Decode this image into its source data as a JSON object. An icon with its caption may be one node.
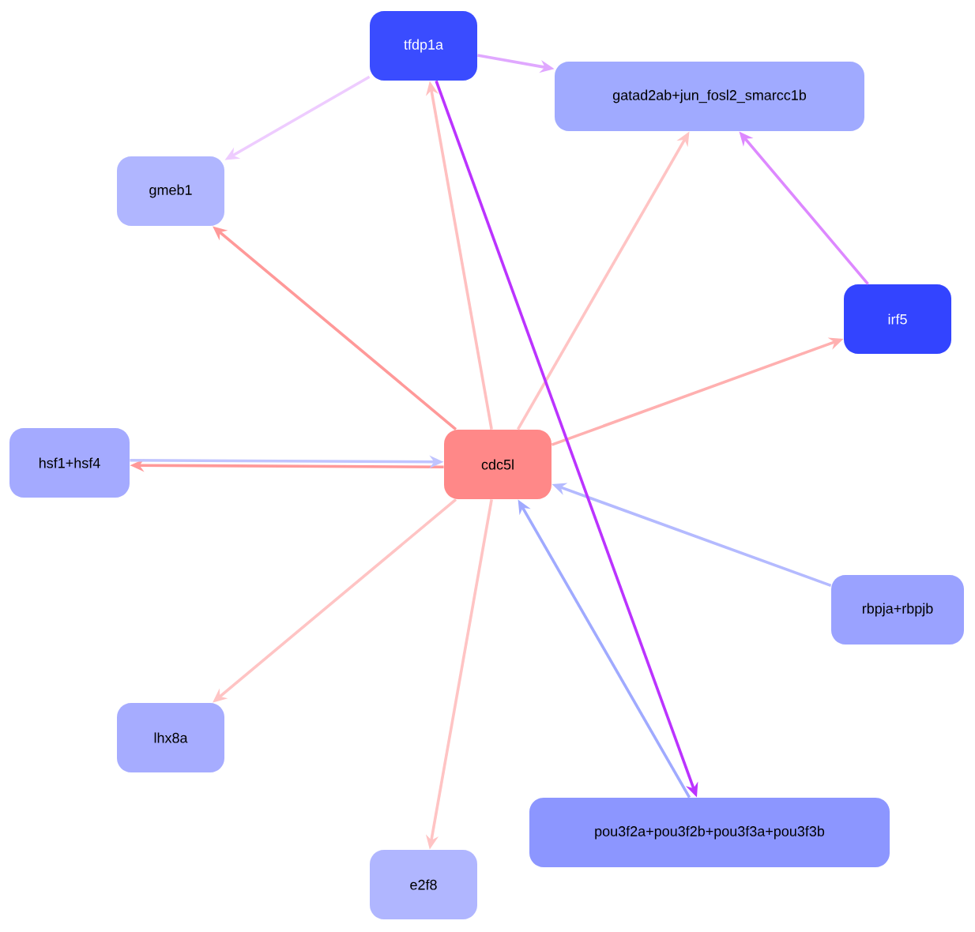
{
  "diagram": {
    "nodes": [
      {
        "text": [
          "tfdp1a"
        ]
      },
      {
        "text": [
          "gatad2ab+jun_fosl2_smarcc1b"
        ]
      },
      {
        "text": [
          "gmeb1"
        ]
      },
      {
        "text": [
          "irf5"
        ]
      },
      {
        "text": [
          "hsf1+hsf4"
        ]
      },
      {
        "text": [
          "cdc5l"
        ]
      },
      {
        "text": [
          "rbpja+rbpjb"
        ]
      },
      {
        "text": [
          "lhx8a"
        ]
      },
      {
        "text": [
          "pou3f2a+pou3f2b+pou3f3a+pou3f3b"
        ]
      },
      {
        "text": [
          "e2f8"
        ]
      }
    ],
    "edges": [
      {
        "from": 0,
        "to": 1,
        "arrow": "to",
        "color": "#e0a8ff"
      },
      {
        "from": 0,
        "to": 2,
        "arrow": "to",
        "color": "#eeccff"
      },
      {
        "from": 5,
        "to": 2,
        "arrow": "to",
        "color": "#ff9999"
      },
      {
        "from": 5,
        "to": 0,
        "arrow": "to",
        "color": "#ffc0c0"
      },
      {
        "from": 5,
        "to": 1,
        "arrow": "to",
        "color": "#ffc4c4"
      },
      {
        "from": 3,
        "to": 1,
        "arrow": "to",
        "color": "#dd88ff"
      },
      {
        "from": 5,
        "to": 3,
        "arrow": "to",
        "color": "#ffb0b0"
      },
      {
        "from": 5,
        "to": 4,
        "arrow": "to",
        "color": "#ff9999"
      },
      {
        "from": 4,
        "to": 5,
        "arrow": "to",
        "color": "#c0c4ff"
      },
      {
        "from": 6,
        "to": 5,
        "arrow": "to",
        "color": "#b4baff"
      },
      {
        "from": 8,
        "to": 5,
        "arrow": "to",
        "color": "#a0aaff"
      },
      {
        "from": 0,
        "to": 8,
        "arrow": "to",
        "color": "#bb33ff"
      },
      {
        "from": 5,
        "to": 7,
        "arrow": "to",
        "color": "#ffc4c4"
      },
      {
        "from": 5,
        "to": 9,
        "arrow": "to",
        "color": "#ffc4c4"
      }
    ]
  }
}
